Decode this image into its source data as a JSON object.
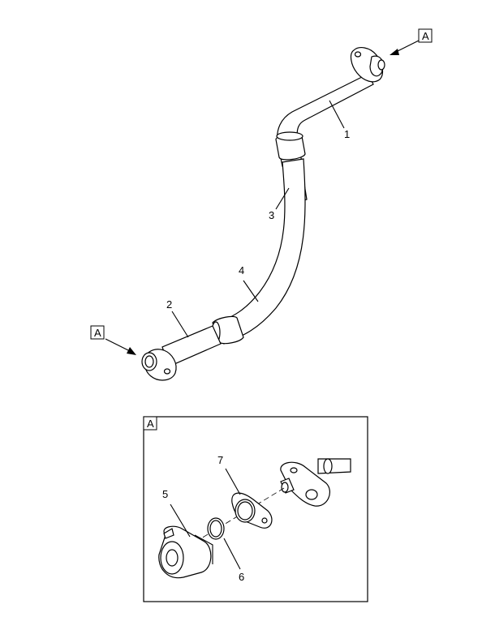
{
  "callouts": {
    "n1": "1",
    "n2": "2",
    "n3": "3",
    "n4": "4",
    "n5": "5",
    "n6": "6",
    "n7": "7"
  },
  "view_refs": {
    "top_right": "A",
    "left": "A",
    "detail_box": "A"
  }
}
